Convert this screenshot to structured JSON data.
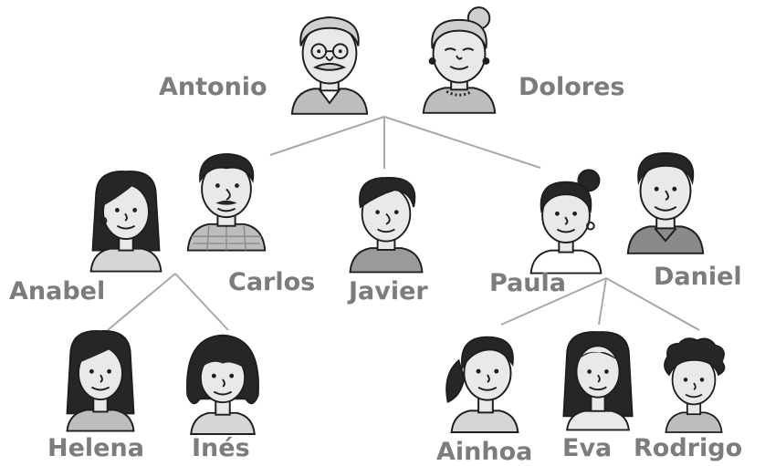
{
  "title": "",
  "people": {
    "antonio": {
      "name": "Antonio"
    },
    "dolores": {
      "name": "Dolores"
    },
    "anabel": {
      "name": "Anabel"
    },
    "carlos": {
      "name": "Carlos"
    },
    "javier": {
      "name": "Javier"
    },
    "paula": {
      "name": "Paula"
    },
    "daniel": {
      "name": "Daniel"
    },
    "helena": {
      "name": "Helena"
    },
    "ines": {
      "name": "Inés"
    },
    "ainhoa": {
      "name": "Ainhoa"
    },
    "eva": {
      "name": "Eva"
    },
    "rodrigo": {
      "name": "Rodrigo"
    }
  },
  "relations": [
    {
      "parents": [
        "antonio",
        "dolores"
      ],
      "children": [
        "carlos",
        "javier",
        "paula"
      ]
    },
    {
      "parents": [
        "anabel",
        "carlos"
      ],
      "children": [
        "helena",
        "ines"
      ]
    },
    {
      "parents": [
        "paula",
        "daniel"
      ],
      "children": [
        "ainhoa",
        "eva",
        "rodrigo"
      ]
    }
  ],
  "colors": {
    "label": "#7c7c7c",
    "line": "#a8a8a8",
    "ink": "#1e1e1e",
    "skin": "#e9e9e9",
    "hair": "#262626",
    "grey_hair": "#cfcfcf"
  }
}
